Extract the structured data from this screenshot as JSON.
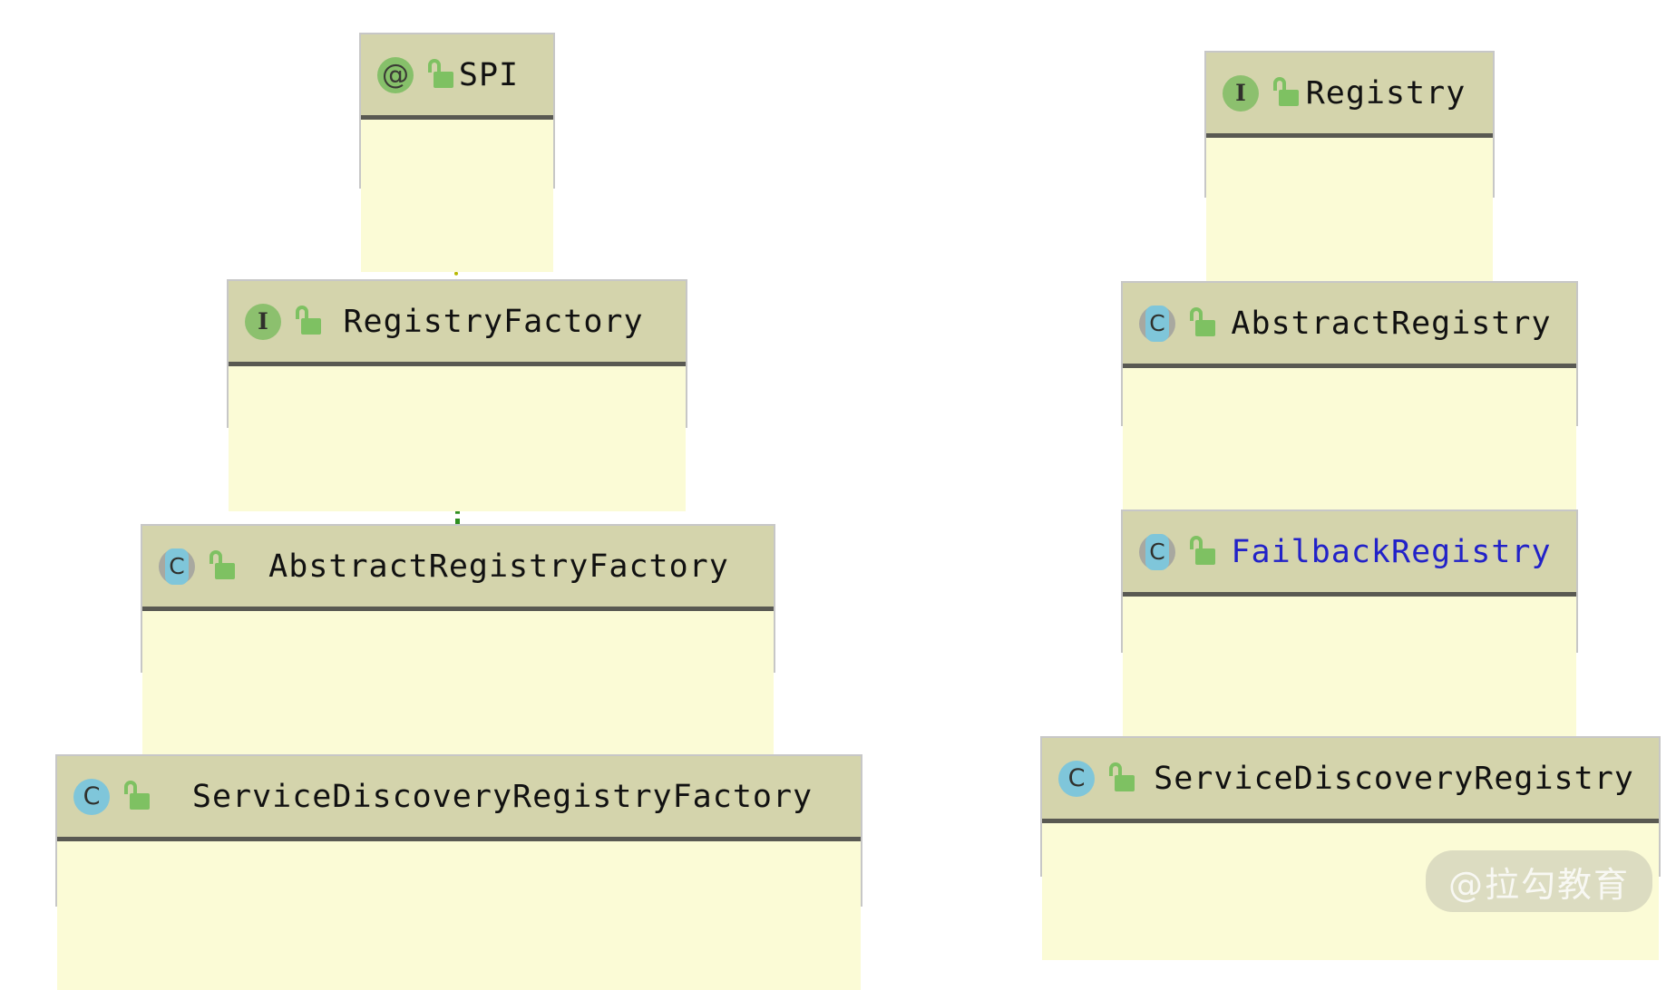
{
  "diagram": {
    "type": "uml-class-diagram",
    "background_color": "#ffffff",
    "box_header_color": "#d4d4ac",
    "box_body_color": "#fbfbd6",
    "box_border_color": "#c7c7c7",
    "separator_color": "#595952"
  },
  "nodes": [
    {
      "id": "spi",
      "name": "SPI",
      "stereotype": "annotation",
      "icon": "annotation-at-icon",
      "visibility_icon": "unlock-icon",
      "text_color": "#111111"
    },
    {
      "id": "registry-factory",
      "name": "RegistryFactory",
      "stereotype": "interface",
      "icon": "interface-i-icon",
      "visibility_icon": "unlock-icon",
      "text_color": "#111111"
    },
    {
      "id": "abstract-registry-factory",
      "name": "AbstractRegistryFactory",
      "stereotype": "abstract-class",
      "icon": "abstract-class-c-icon",
      "visibility_icon": "unlock-icon",
      "text_color": "#111111"
    },
    {
      "id": "service-discovery-registry-factory",
      "name": "ServiceDiscoveryRegistryFactory",
      "stereotype": "class",
      "icon": "class-c-icon",
      "visibility_icon": "unlock-icon",
      "text_color": "#111111"
    },
    {
      "id": "registry",
      "name": "Registry",
      "stereotype": "interface",
      "icon": "interface-i-icon",
      "visibility_icon": "unlock-icon",
      "text_color": "#111111"
    },
    {
      "id": "abstract-registry",
      "name": "AbstractRegistry",
      "stereotype": "abstract-class",
      "icon": "abstract-class-c-icon",
      "visibility_icon": "unlock-icon",
      "text_color": "#111111"
    },
    {
      "id": "failback-registry",
      "name": "FailbackRegistry",
      "stereotype": "abstract-class",
      "icon": "abstract-class-c-icon",
      "visibility_icon": "unlock-icon",
      "text_color": "#2222c8"
    },
    {
      "id": "service-discovery-registry",
      "name": "ServiceDiscoveryRegistry",
      "stereotype": "class",
      "icon": "class-c-icon",
      "visibility_icon": "unlock-icon",
      "text_color": "#111111"
    }
  ],
  "edges": [
    {
      "id": "spi-registryfactory",
      "from": "registry-factory",
      "to": "spi",
      "style": "dotted",
      "color": "#b8b800",
      "arrowhead": "none"
    },
    {
      "id": "abstractregistryfactory-registryfactory",
      "from": "abstract-registry-factory",
      "to": "registry-factory",
      "style": "dashed",
      "color": "#2f8f21",
      "arrowhead": "triangle"
    },
    {
      "id": "sdregistryfactory-abstractregistryfactory",
      "from": "service-discovery-registry-factory",
      "to": "abstract-registry-factory",
      "style": "solid",
      "color": "#2a2a9e",
      "arrowhead": "triangle"
    },
    {
      "id": "abstractregistry-registry",
      "from": "abstract-registry",
      "to": "registry",
      "style": "dashed",
      "color": "#2f8f21",
      "arrowhead": "triangle"
    },
    {
      "id": "failbackregistry-abstractregistry",
      "from": "failback-registry",
      "to": "abstract-registry",
      "style": "solid",
      "color": "#2a2a9e",
      "arrowhead": "triangle"
    },
    {
      "id": "sdregistry-failbackregistry",
      "from": "service-discovery-registry",
      "to": "failback-registry",
      "style": "solid",
      "color": "#2a2a9e",
      "arrowhead": "triangle"
    }
  ],
  "icons": {
    "annotation_glyph": "@",
    "interface_glyph": "I",
    "class_glyph": "C",
    "abstract_glyph": "C"
  },
  "watermark": {
    "text": "@拉勾教育"
  }
}
